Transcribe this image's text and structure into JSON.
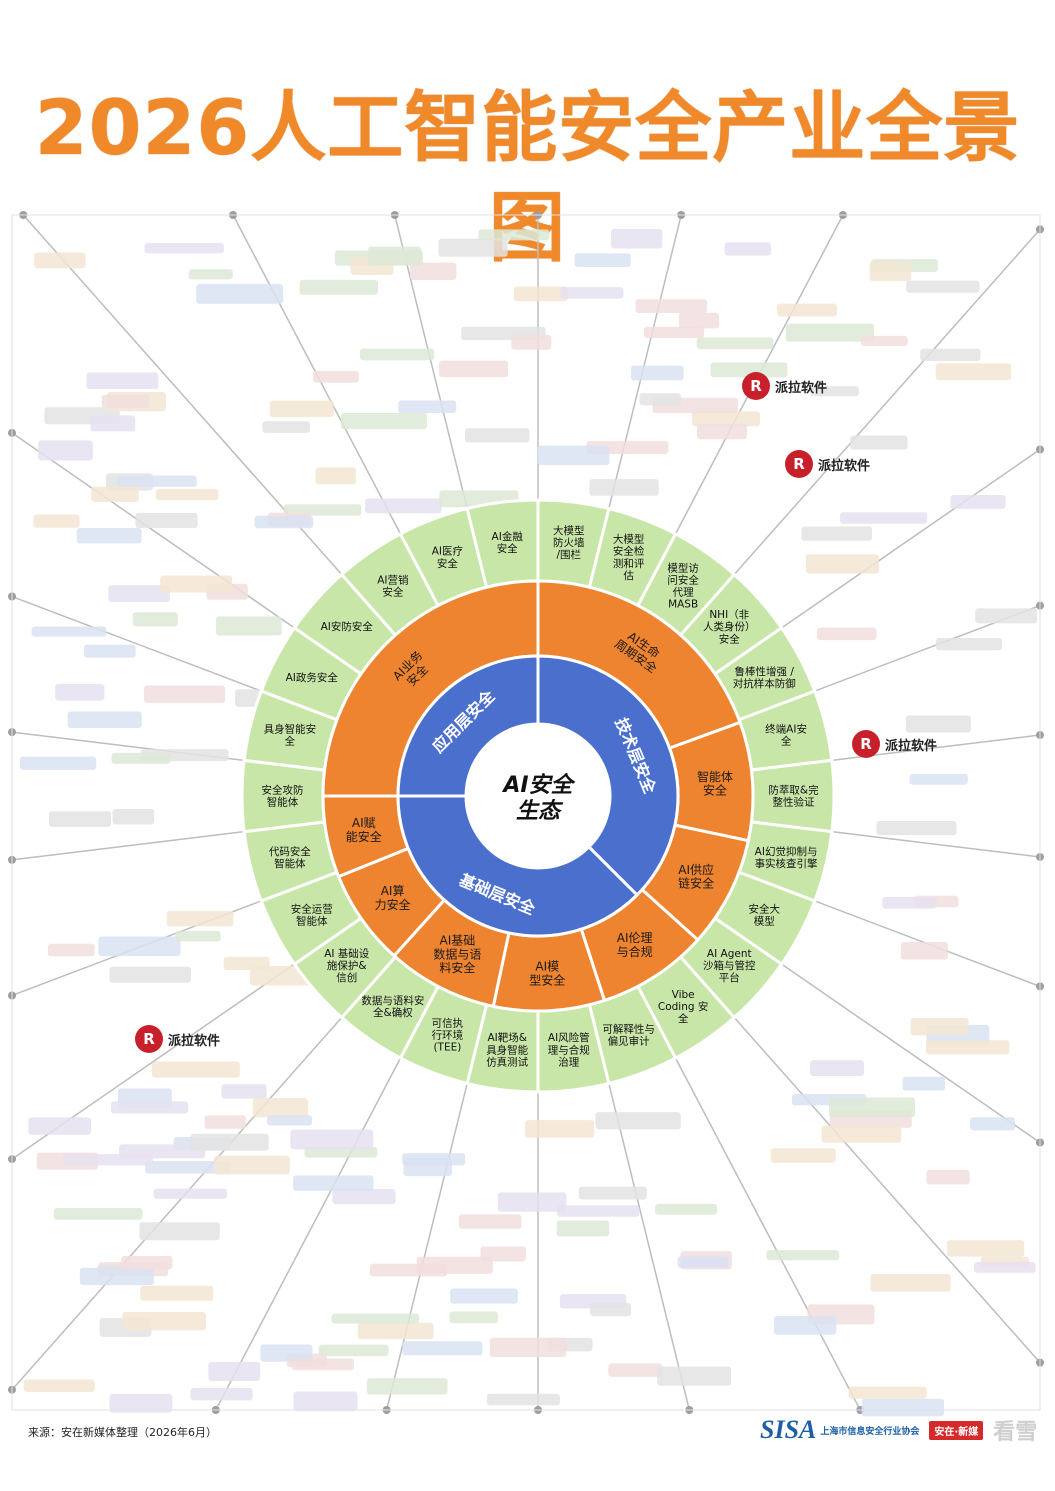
{
  "title": "2026人工智能安全产业全景图",
  "center": {
    "line1": "AI安全",
    "line2": "生态"
  },
  "core_segments": [
    {
      "id": "app",
      "label": "应用层安全",
      "color": "#4a6fcd"
    },
    {
      "id": "tech",
      "label": "技术层安全",
      "color": "#4a6fcd"
    },
    {
      "id": "base",
      "label": "基础层安全",
      "color": "#4a6fcd"
    }
  ],
  "middle_segments": [
    {
      "label": "AI业务安全"
    },
    {
      "label": "AI生命周期安全"
    },
    {
      "label": "智能体安全"
    },
    {
      "label": "AI供应链安全"
    },
    {
      "label": "AI伦理与合规"
    },
    {
      "label": "AI模型安全"
    },
    {
      "label": "AI基础数据与语料安全"
    },
    {
      "label": "AI算力安全"
    },
    {
      "label": "AI赋能安全"
    }
  ],
  "outer_segments": [
    {
      "lines": [
        "大模型",
        "防火墙",
        "/围栏"
      ]
    },
    {
      "lines": [
        "大模型",
        "安全检",
        "测和评",
        "估"
      ]
    },
    {
      "lines": [
        "模型访",
        "问安全",
        "代理",
        "MASB"
      ]
    },
    {
      "lines": [
        "NHI（非",
        "人类身份）",
        "安全"
      ]
    },
    {
      "lines": [
        "鲁棒性增强 /",
        "对抗样本防御"
      ]
    },
    {
      "lines": [
        "终端AI安",
        "全"
      ]
    },
    {
      "lines": [
        "防萃取&完",
        "整性验证"
      ]
    },
    {
      "lines": [
        "AI幻觉抑制与",
        "事实核查引擎"
      ]
    },
    {
      "lines": [
        "安全大",
        "模型"
      ]
    },
    {
      "lines": [
        "AI Agent",
        "沙箱与管控",
        "平台"
      ]
    },
    {
      "lines": [
        "Vibe",
        "Coding 安",
        "全"
      ]
    },
    {
      "lines": [
        "可解释性与",
        "偏见审计"
      ]
    },
    {
      "lines": [
        "AI风险管",
        "理与合规",
        "治理"
      ]
    },
    {
      "lines": [
        "AI靶场&",
        "具身智能",
        "仿真测试"
      ]
    },
    {
      "lines": [
        "可信执",
        "行环境",
        "(TEE)"
      ]
    },
    {
      "lines": [
        "数据与语料安",
        "全&确权"
      ]
    },
    {
      "lines": [
        "AI 基础设",
        "施保护&",
        "信创"
      ]
    },
    {
      "lines": [
        "安全运营",
        "智能体"
      ]
    },
    {
      "lines": [
        "代码安全",
        "智能体"
      ]
    },
    {
      "lines": [
        "安全攻防",
        "智能体"
      ]
    },
    {
      "lines": [
        "具身智能安",
        "全"
      ]
    },
    {
      "lines": [
        "AI政务安全"
      ]
    },
    {
      "lines": [
        "AI安防安全"
      ]
    },
    {
      "lines": [
        "AI营销",
        "安全"
      ]
    },
    {
      "lines": [
        "AI医疗",
        "安全"
      ]
    },
    {
      "lines": [
        "AI金融",
        "安全"
      ]
    }
  ],
  "colors": {
    "title": "#f0892a",
    "core": "#4a6fcd",
    "middle": "#ee8330",
    "outer": "#c9e6a9",
    "spoke": "#bdbdbd"
  },
  "watermarks": [
    {
      "text": "派拉软件"
    },
    {
      "text": "派拉软件"
    },
    {
      "text": "派拉软件"
    },
    {
      "text": "派拉软件"
    }
  ],
  "source": "来源：安在新媒体整理（2026年6月）",
  "footer": {
    "sisa_mark": "SISA",
    "sisa_name": "上海市信息安全行业协会",
    "anzai": "安在·新媒",
    "kanxue": "看雪"
  }
}
